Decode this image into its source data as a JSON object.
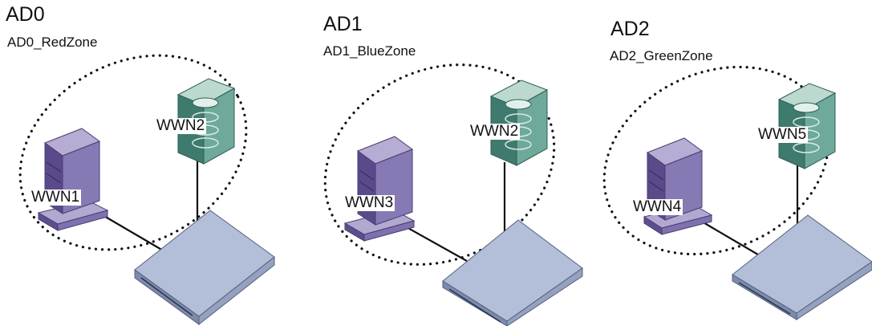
{
  "domains": [
    {
      "title": "AD0",
      "zone": "AD0_RedZone",
      "host_label": "WWN1",
      "storage_label": "WWN2"
    },
    {
      "title": "AD1",
      "zone": "AD1_BlueZone",
      "host_label": "WWN3",
      "storage_label": "WWN2"
    },
    {
      "title": "AD2",
      "zone": "AD2_GreenZone",
      "host_label": "WWN4",
      "storage_label": "WWN5"
    }
  ],
  "colors": {
    "host": "#6f5ba0",
    "storage": "#4f8c80",
    "switch": "#9aa8c6",
    "zone_outline": "#111111"
  }
}
